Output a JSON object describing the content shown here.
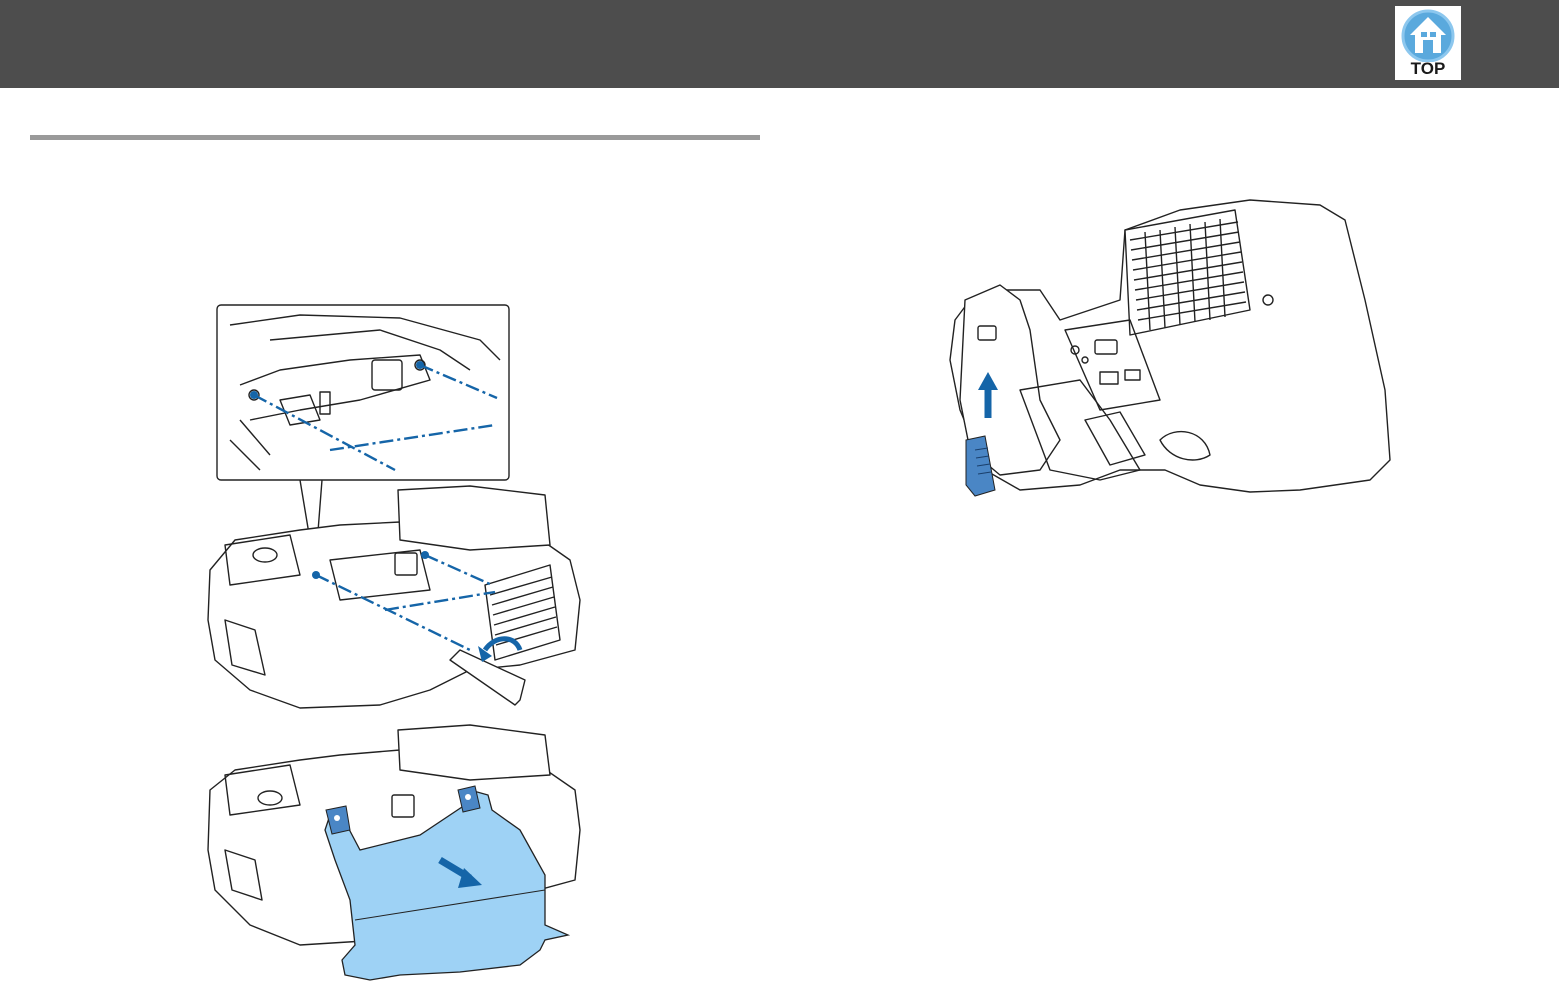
{
  "header": {
    "top_button": {
      "label": "TOP",
      "icon": "house-icon"
    }
  },
  "colors": {
    "header_bg": "#4d4d4d",
    "accent_blue": "#1565a8",
    "cover_fill": "#9ed2f5",
    "rule": "#9a9a9a"
  },
  "figures": {
    "cover_illustration": {
      "icon": "projector-cable-cover-illustration"
    },
    "module_illustration": {
      "icon": "projector-wireless-module-illustration"
    }
  }
}
